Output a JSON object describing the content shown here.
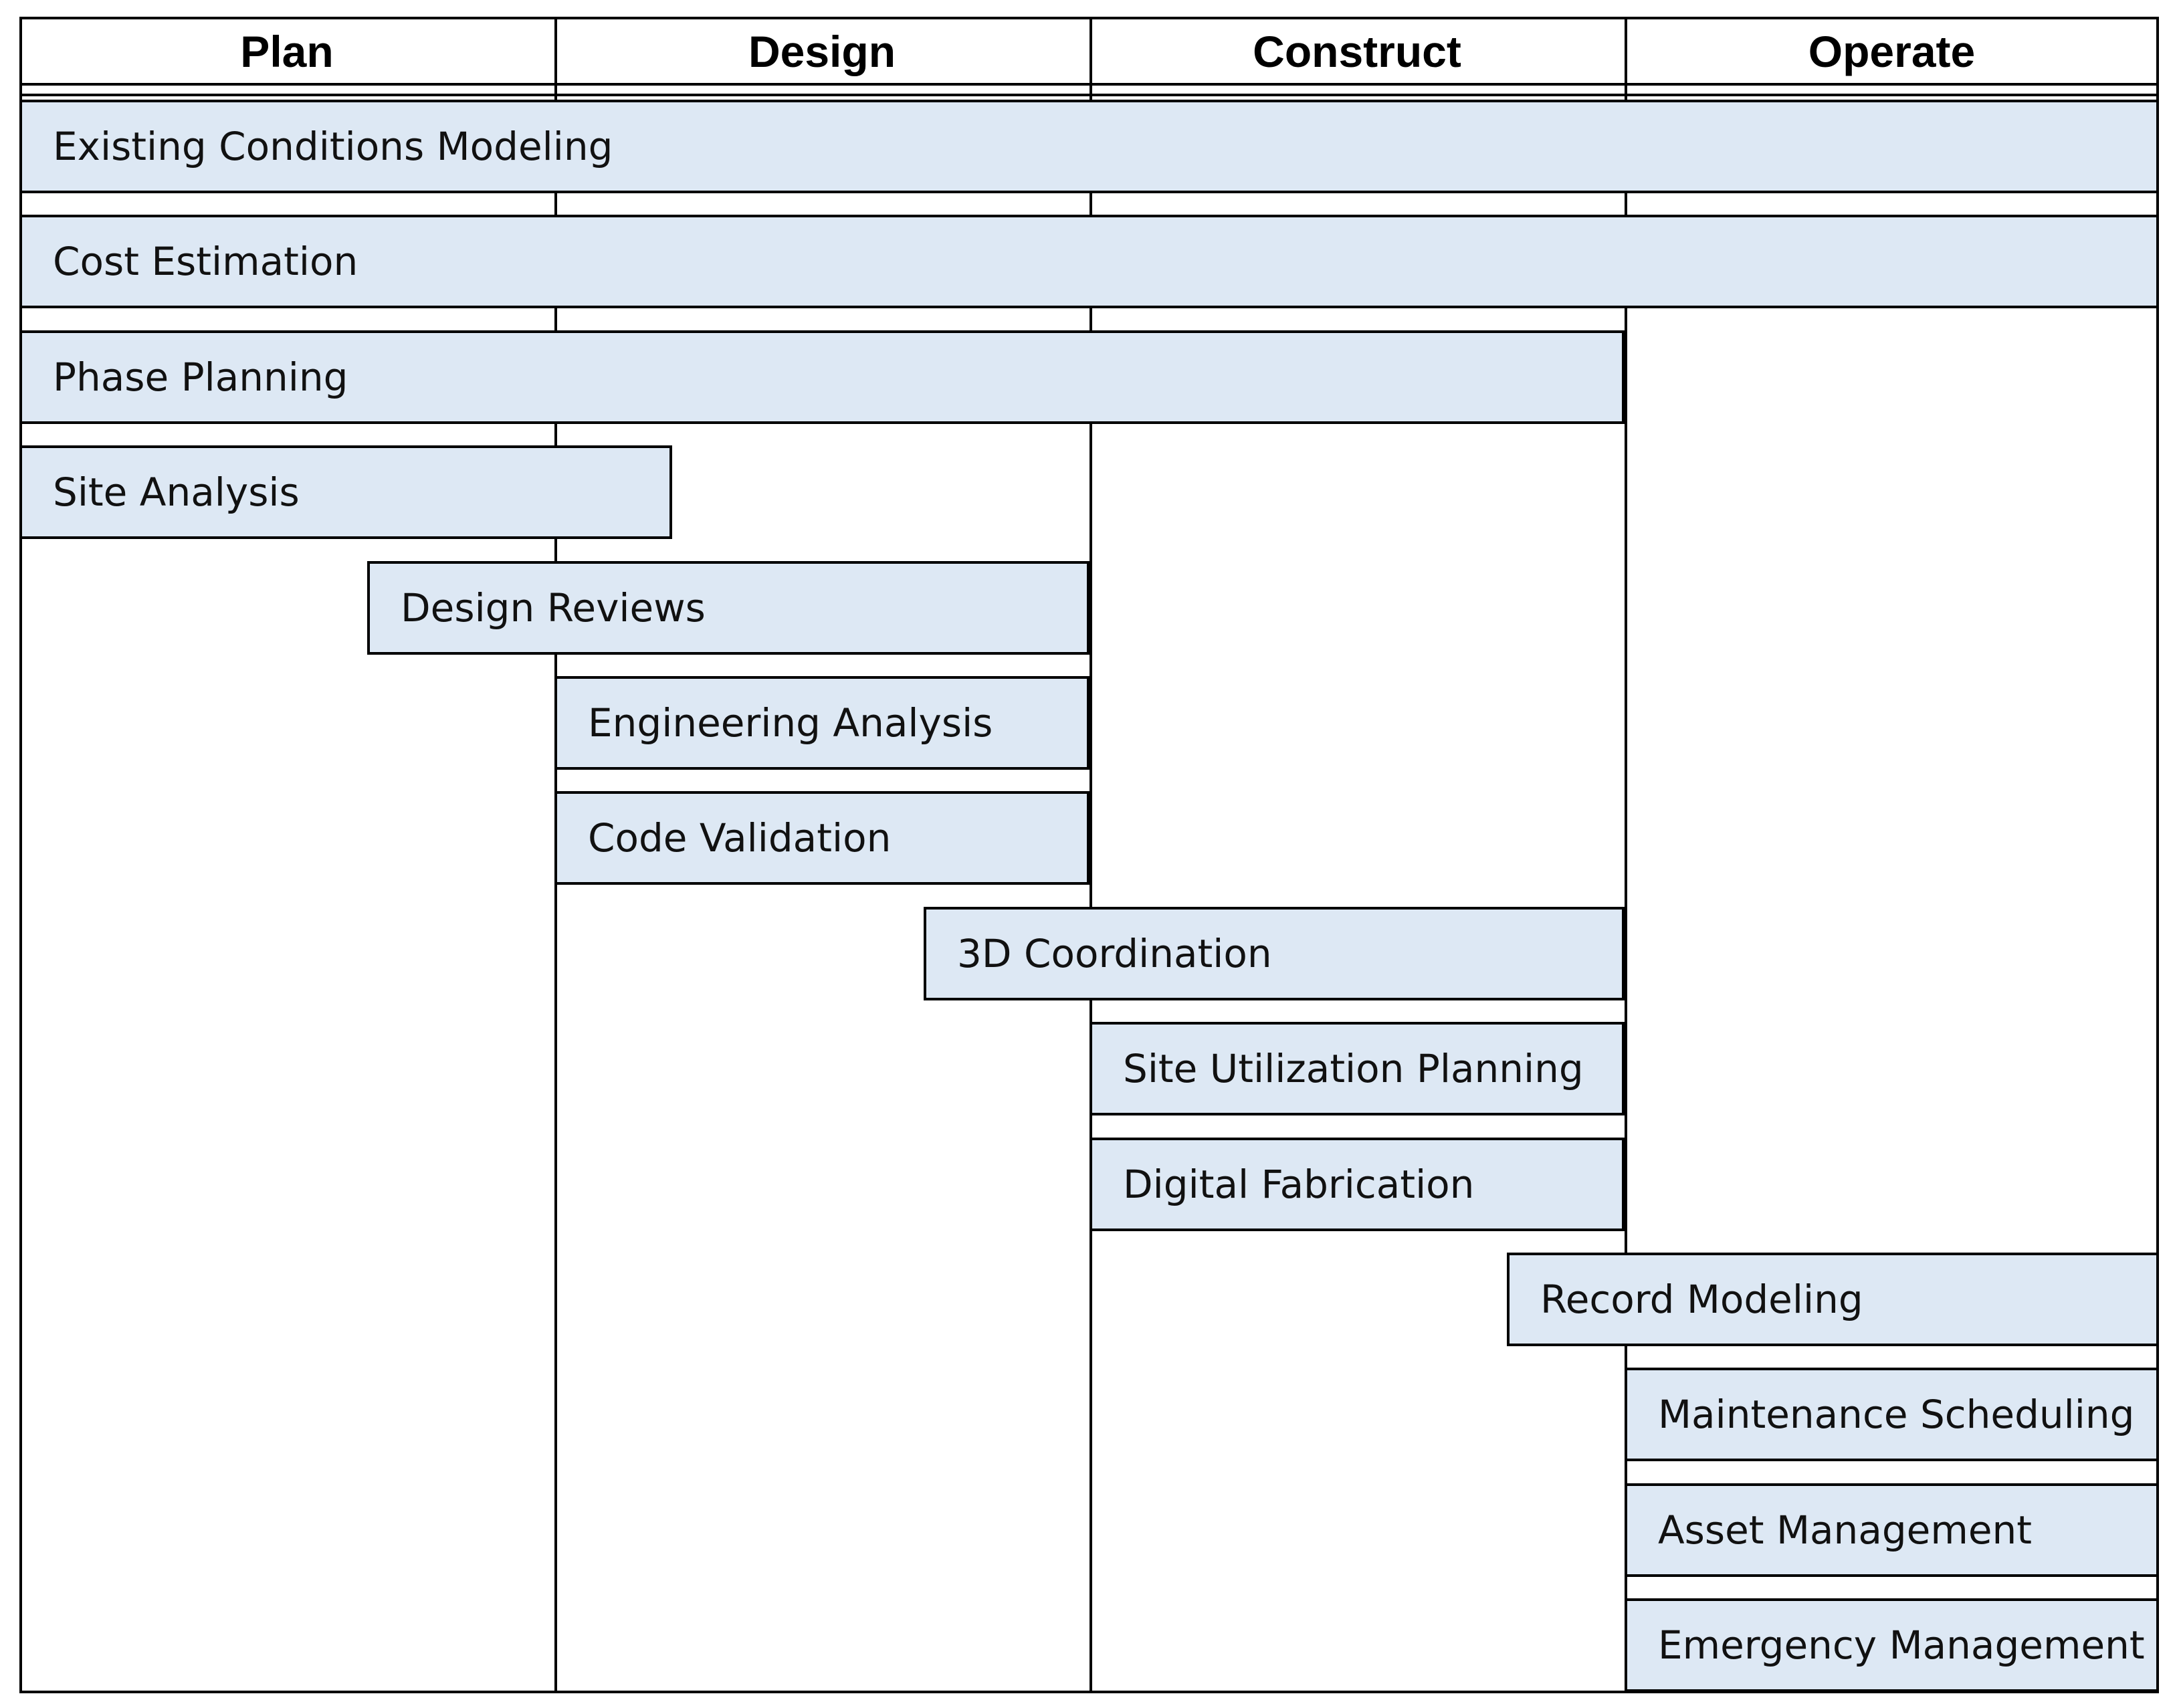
{
  "phases": [
    "Plan",
    "Design",
    "Construct",
    "Operate"
  ],
  "uses": [
    {
      "label": "Existing Conditions Modeling",
      "start": 0,
      "end": 4
    },
    {
      "label": "Cost Estimation",
      "start": 0,
      "end": 4
    },
    {
      "label": "Phase Planning",
      "start": 0,
      "end": 3
    },
    {
      "label": "Site Analysis",
      "start": 0,
      "end": 1.22
    },
    {
      "label": "Design Reviews",
      "start": 0.65,
      "end": 2
    },
    {
      "label": "Engineering Analysis",
      "start": 1,
      "end": 2
    },
    {
      "label": "Code Validation",
      "start": 1,
      "end": 2
    },
    {
      "label": "3D Coordination",
      "start": 1.69,
      "end": 3
    },
    {
      "label": "Site Utilization Planning",
      "start": 2,
      "end": 3
    },
    {
      "label": "Digital Fabrication",
      "start": 2,
      "end": 3
    },
    {
      "label": "Record Modeling",
      "start": 2.78,
      "end": 4
    },
    {
      "label": "Maintenance Scheduling",
      "start": 3,
      "end": 4
    },
    {
      "label": "Asset Management",
      "start": 3,
      "end": 4
    },
    {
      "label": "Emergency Management",
      "start": 3,
      "end": 4
    }
  ],
  "colors": {
    "bar_fill": "#dde8f4",
    "border": "#000000"
  }
}
